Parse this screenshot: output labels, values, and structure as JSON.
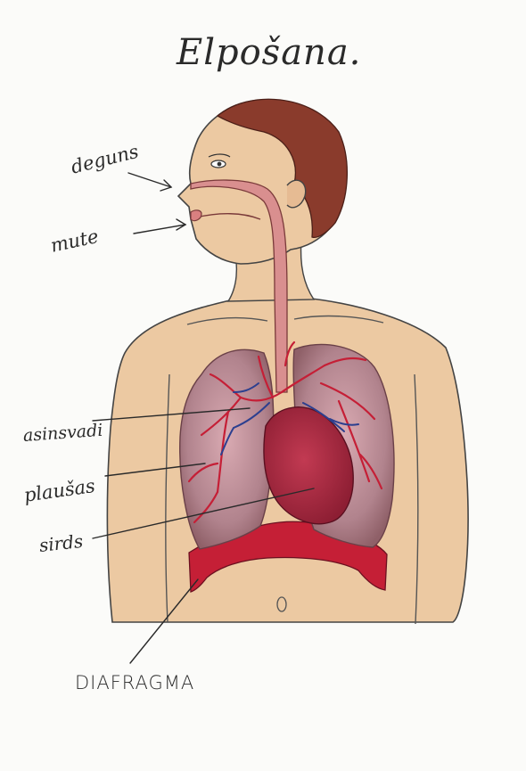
{
  "title": "Elpošana.",
  "labels": {
    "deguns": "deguns",
    "mute": "mute",
    "asinsvadi": "asinsvadi",
    "plausas": "plaušas",
    "sirds": "sirds",
    "diafragma": "DIAFRAGMA"
  },
  "colors": {
    "paper": "#fbfbf9",
    "skin": "#ecc9a2",
    "hair": "#8a3b2c",
    "lung": "#b98a93",
    "blood_red": "#c51f36",
    "vein_blue": "#2c3f8f",
    "ink": "#2a2a2a"
  }
}
